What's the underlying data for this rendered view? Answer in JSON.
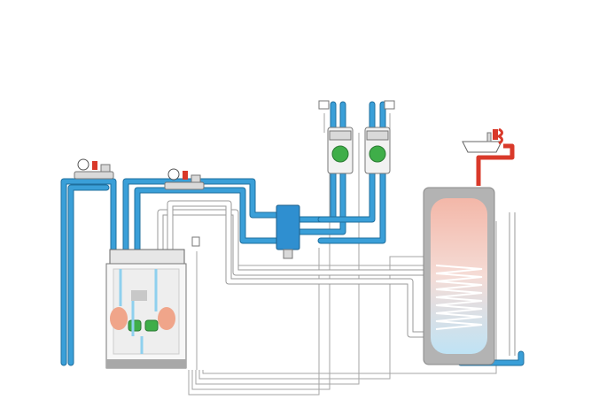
{
  "diagram": {
    "type": "heating-system-schematic",
    "text": "",
    "components": [
      {
        "id": "heat-pump-unit",
        "kind": "boiler"
      },
      {
        "id": "hydraulic-separator",
        "kind": "low-loss-header"
      },
      {
        "id": "pump-group-1",
        "kind": "circulation-pump-group"
      },
      {
        "id": "pump-group-2",
        "kind": "circulation-pump-group"
      },
      {
        "id": "safety-group-1",
        "kind": "pressure-safety-group"
      },
      {
        "id": "safety-group-2",
        "kind": "pressure-safety-group"
      },
      {
        "id": "hot-water-tank",
        "kind": "indirect-cylinder"
      },
      {
        "id": "sink-tap",
        "kind": "hot-water-outlet"
      },
      {
        "id": "outdoor-sensor",
        "kind": "temperature-sensor"
      }
    ],
    "colors": {
      "cold_pipe": "#3a9fd8",
      "cold_pipe_outline": "#1f6f9e",
      "hot_pipe": "#d9392a",
      "pipe_outline_grey": "#9a9a9a",
      "separator": "#2f8fd0",
      "pump": "#3fae49",
      "tank_hot": "#f3b7a8",
      "tank_cold": "#bfe3f5",
      "tank_shell": "#b3b3b3",
      "coil": "#ffffff",
      "expansion_vessel": "#f0a58a",
      "wire": "#a6a6a6"
    }
  }
}
